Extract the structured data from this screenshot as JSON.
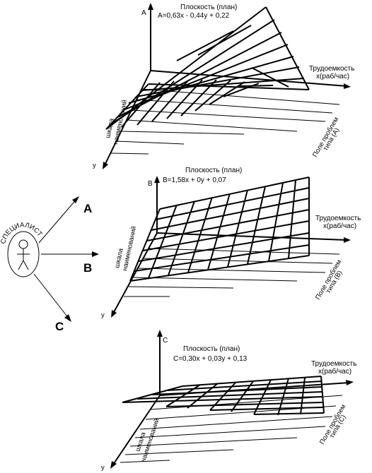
{
  "specialist": {
    "label": "СПЕЦИАЛИСТ",
    "arrows": [
      "A",
      "B",
      "C"
    ]
  },
  "panels": [
    {
      "id": "A",
      "axis_vertical": "A",
      "title": "Плоскость (план)",
      "equation": "A=0,63x - 0,44y  + 0,22",
      "x_axis_label_1": "Трудоемкость",
      "x_axis_label_2": "х(раб/час)",
      "y_axis_label": "у",
      "scale_label_1": "шкала",
      "scale_label_2": "наименований",
      "field_label_1": "Поле проблем",
      "field_label_2": "типа (А)"
    },
    {
      "id": "B",
      "axis_vertical": "B",
      "title": "Плоскость (план)",
      "equation": "B=1,58x + 0y  + 0,07",
      "x_axis_label_1": "Трудоемкость",
      "x_axis_label_2": "х(раб/час)",
      "y_axis_label": "у",
      "scale_label_1": "шкала",
      "scale_label_2": "наименований",
      "field_label_1": "Поле проблем",
      "field_label_2": "типа (В)"
    },
    {
      "id": "C",
      "axis_vertical": "C",
      "title": "Плоскость (план)",
      "equation": "C=0,30x + 0,03y  + 0,13",
      "x_axis_label_1": "Трудоемкость",
      "x_axis_label_2": "х(раб/час)",
      "y_axis_label": "у",
      "scale_label_1": "шкала",
      "scale_label_2": "наименований",
      "field_label_1": "Поле проблем",
      "field_label_2": "типа (С)"
    }
  ]
}
